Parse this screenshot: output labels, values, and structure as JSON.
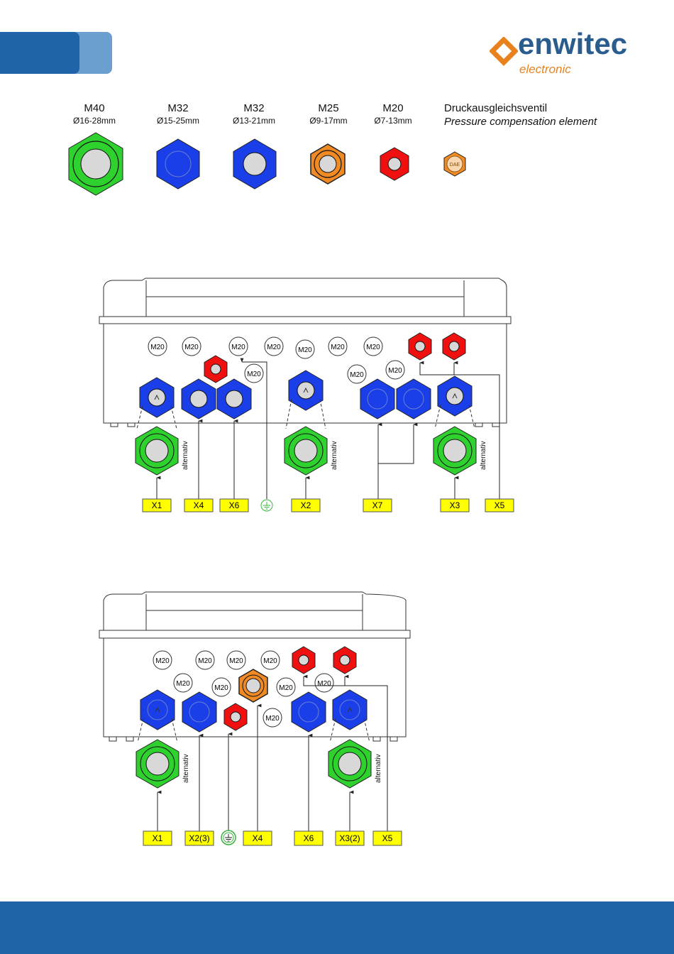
{
  "brand": {
    "name": "enwitec",
    "sub": "electronic",
    "primary": "#2b5c8e",
    "accent": "#e8821e"
  },
  "header_tab_color": "#1f64a8",
  "legend": [
    {
      "size": "M40",
      "range": "Ø16-28mm",
      "color": "#2fd12f"
    },
    {
      "size": "M32",
      "range": "Ø15-25mm",
      "color": "#1a3fe8"
    },
    {
      "size": "M32",
      "range": "Ø13-21mm",
      "color": "#1a3fe8"
    },
    {
      "size": "M25",
      "range": "Ø9-17mm",
      "color": "#f08a24"
    },
    {
      "size": "M20",
      "range": "Ø7-13mm",
      "color": "#f01010"
    }
  ],
  "pce": {
    "title": "Druckausgleichsventil",
    "subtitle": "Pressure compensation element",
    "label": "DAE"
  },
  "gland_label": "M20",
  "alt_label": "alternativ",
  "diagram1": {
    "labels": [
      "X1",
      "X4",
      "X6",
      "X2",
      "X7",
      "X3",
      "X5"
    ]
  },
  "diagram2": {
    "labels": [
      "X1",
      "X2(3)",
      "X4",
      "X6",
      "X3(2)",
      "X5"
    ]
  }
}
